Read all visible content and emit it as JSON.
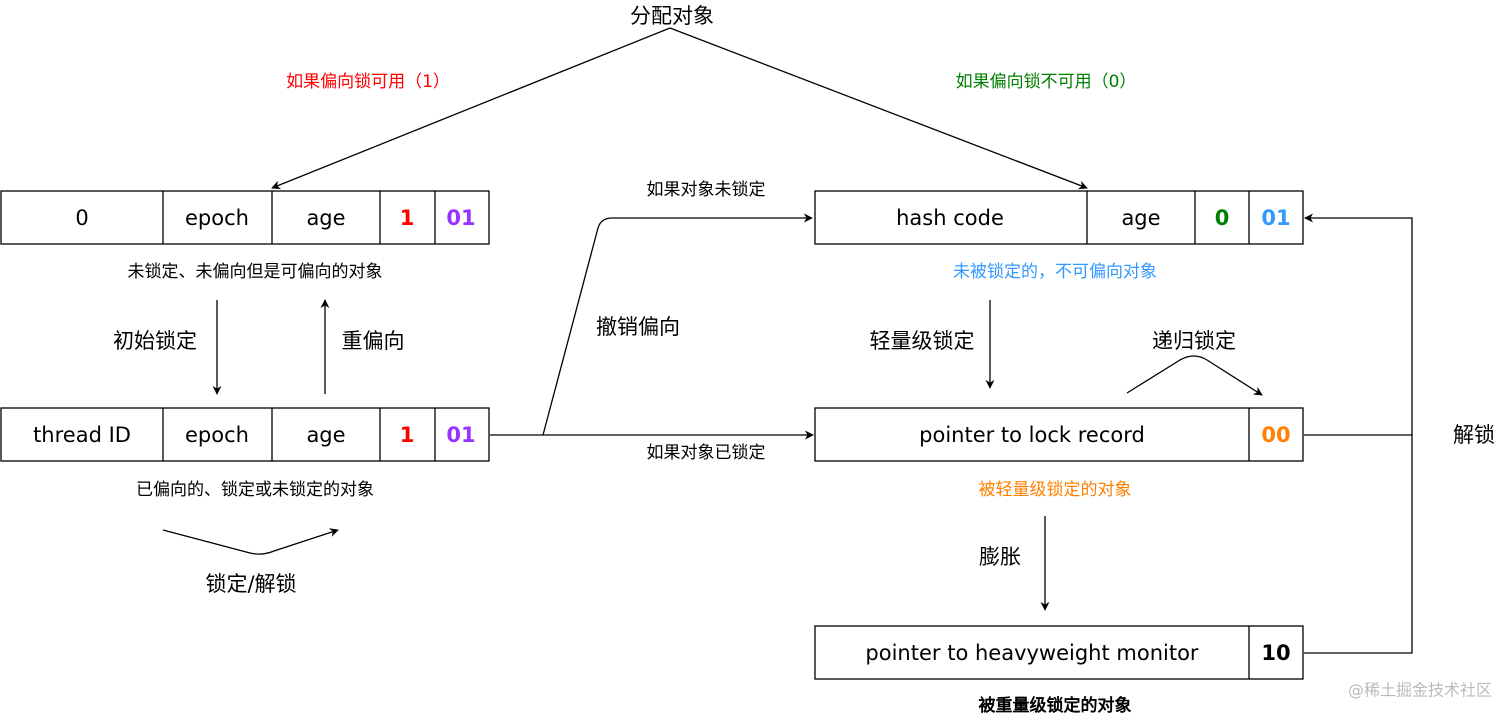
{
  "title": "分配对象",
  "branch_labels": {
    "biased_available": "如果偏向锁可用（1）",
    "biased_unavailable": "如果偏向锁不可用（0）"
  },
  "transition_labels": {
    "if_unlocked": "如果对象未锁定",
    "if_locked": "如果对象已锁定",
    "revoke_bias": "撤销偏向",
    "initial_lock": "初始锁定",
    "rebias": "重偏向",
    "lock_unlock": "锁定/解锁",
    "lightweight_lock": "轻量级锁定",
    "recursive_lock": "递归锁定",
    "inflate": "膨胀",
    "unlock": "解锁"
  },
  "states": {
    "biasable_header": {
      "cells": [
        "0",
        "epoch",
        "age",
        "1",
        "01"
      ],
      "caption": "未锁定、未偏向但是可偏向的对象"
    },
    "biased_header": {
      "cells": [
        "thread ID",
        "epoch",
        "age",
        "1",
        "01"
      ],
      "caption": "已偏向的、锁定或未锁定的对象"
    },
    "unbiasable_header": {
      "cells": [
        "hash code",
        "age",
        "0",
        "01"
      ],
      "caption": "未被锁定的，不可偏向对象"
    },
    "lightweight_header": {
      "cells": [
        "pointer to lock record",
        "00"
      ],
      "caption": "被轻量级锁定的对象"
    },
    "heavyweight_header": {
      "cells": [
        "pointer to heavyweight monitor",
        "10"
      ],
      "caption": "被重量级锁定的对象"
    }
  },
  "colors": {
    "black": "#000000",
    "red": "#ff0000",
    "purple": "#9933ff",
    "green": "#007f00",
    "blue": "#3399ff",
    "orange": "#ff8000",
    "watermark": "#bbbbbb"
  },
  "watermark": "@稀土掘金技术社区"
}
